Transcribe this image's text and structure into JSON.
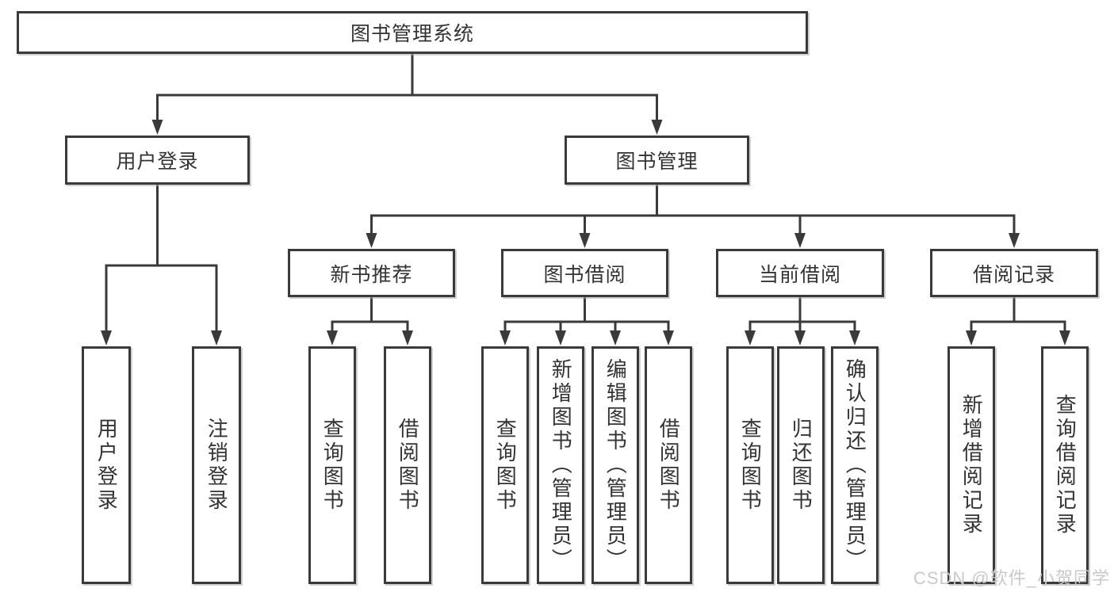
{
  "nodes": {
    "root": {
      "label": "图书管理系统"
    },
    "level2": [
      {
        "id": "user-login",
        "label": "用户登录"
      },
      {
        "id": "book-management",
        "label": "图书管理"
      }
    ],
    "level3": [
      {
        "id": "new-book-recommend",
        "label": "新书推荐"
      },
      {
        "id": "book-borrow",
        "label": "图书借阅"
      },
      {
        "id": "current-borrow",
        "label": "当前借阅"
      },
      {
        "id": "borrow-records",
        "label": "借阅记录"
      }
    ],
    "leaves": {
      "userLogin": [
        {
          "label": "用户登录"
        },
        {
          "label": "注销登录"
        }
      ],
      "newBookRecommend": [
        {
          "label": "查询图书"
        },
        {
          "label": "借阅图书"
        }
      ],
      "bookBorrow": [
        {
          "label": "查询图书"
        },
        {
          "label": "新增图书（管理员）"
        },
        {
          "label": "编辑图书（管理员）"
        },
        {
          "label": "借阅图书"
        }
      ],
      "currentBorrow": [
        {
          "label": "查询图书"
        },
        {
          "label": "归还图书"
        },
        {
          "label": "确认归还（管理员）"
        }
      ],
      "borrowRecords": [
        {
          "label": "新增借阅记录"
        },
        {
          "label": "查询借阅记录"
        }
      ]
    }
  },
  "watermark": {
    "text": "CSDN @软件_小贺同学"
  },
  "colors": {
    "line": "#3a3a3a",
    "text": "#333333",
    "box_background": "#ffffff",
    "watermark": "#c9c9c9"
  }
}
